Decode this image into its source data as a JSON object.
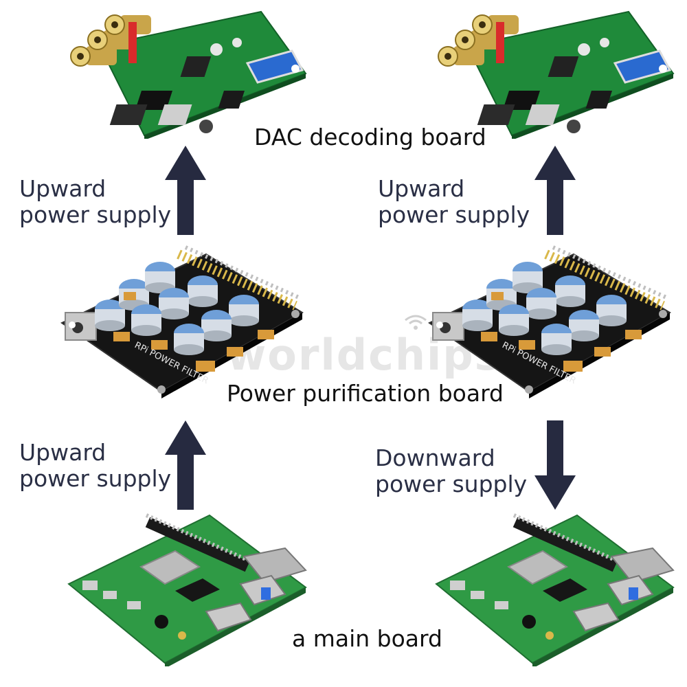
{
  "captions": {
    "dac": "DAC decoding board",
    "purification": "Power purification board",
    "main": "a main board"
  },
  "labels": {
    "top_left": [
      "Upward",
      "power supply"
    ],
    "top_right": [
      "Upward",
      "power supply"
    ],
    "bottom_left": [
      "Upward",
      "power supply"
    ],
    "bottom_right": [
      "Downward",
      "power supply"
    ]
  },
  "silkscreen": {
    "filter_left": "RPi POWER FILTER",
    "filter_right": "RPi POWER FILTER"
  },
  "watermark": "worldchips",
  "colors": {
    "arrow": "#262a40",
    "dac_pcb": "#1f8a3a",
    "filter_pcb": "#151515",
    "pi_pcb": "#2f9a45",
    "capacitor": "#d6dde6",
    "capacitor_top": "#6f9fd8",
    "tantalum": "#d89a3a"
  }
}
